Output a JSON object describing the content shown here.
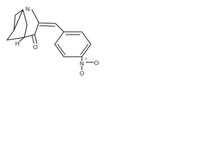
{
  "molecule": {
    "atoms": {
      "bridgehead_nitrogen": "N",
      "bridgehead_hydrogen": "H",
      "carbonyl_oxygen": "O",
      "nitro_nitrogen": "N",
      "nitro_n_charge": "+",
      "nitro_oxygen_top": "O",
      "nitro_oxygen_bottom": "O",
      "nitro_o_charge": "-"
    }
  }
}
